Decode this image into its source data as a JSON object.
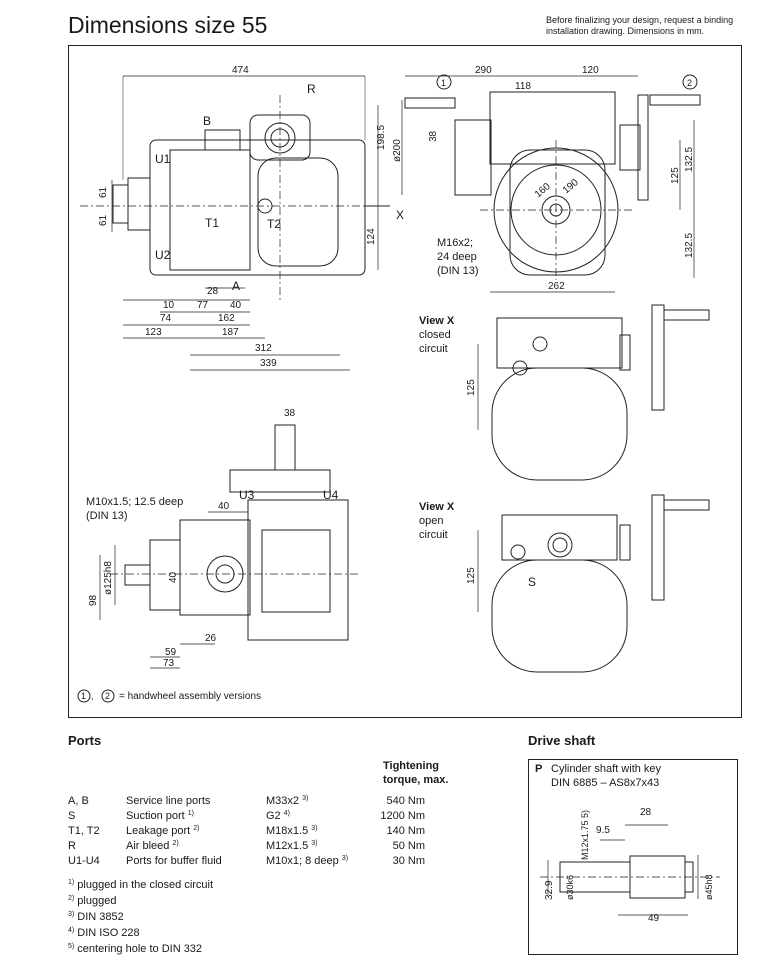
{
  "page": {
    "title": "Dimensions size 55",
    "note": "Before finalizing your design, request a binding installation drawing. Dimensions in mm."
  },
  "drawing": {
    "side_view": {
      "dims": [
        "474",
        "198.5",
        "61",
        "61",
        "124",
        "28",
        "10",
        "77",
        "40",
        "74",
        "162",
        "123",
        "187",
        "312",
        "339"
      ],
      "labels": [
        "R",
        "B",
        "U1",
        "U2",
        "T1",
        "T2",
        "A",
        "X"
      ]
    },
    "front_view": {
      "dims": [
        "290",
        "120",
        "118",
        "38",
        "ø200",
        "125",
        "132.5",
        "132.5",
        "262",
        "160",
        "190"
      ],
      "callouts": [
        "1",
        "2"
      ],
      "thread": [
        "M16x2;",
        "24 deep",
        "(DIN 13)"
      ]
    },
    "view_closed": {
      "title": "View X",
      "line1": "closed",
      "line2": "circuit",
      "dim": "125"
    },
    "view_open": {
      "title": "View X",
      "line1": "open",
      "line2": "circuit",
      "dim": "125",
      "port": "S"
    },
    "bottom_view": {
      "thread": [
        "M10x1.5; 12.5 deep",
        "(DIN 13)"
      ],
      "dims": [
        "38",
        "40",
        "ø125h8",
        "40",
        "98",
        "26",
        "59",
        "73"
      ],
      "labels": [
        "U3",
        "U4"
      ]
    },
    "legend": {
      "n1": "1",
      "n2": "2",
      "text": "= handwheel assembly versions"
    }
  },
  "ports": {
    "title": "Ports",
    "header": [
      "Tightening",
      "torque, max."
    ],
    "rows": [
      {
        "code": "A, B",
        "desc": "Service line ports",
        "desc_sup": "",
        "thread": "M33x2",
        "sup": "3)",
        "torque": "540 Nm"
      },
      {
        "code": "S",
        "desc": "Suction port",
        "desc_sup": "1)",
        "thread": "G2",
        "sup": "4)",
        "torque": "1200 Nm"
      },
      {
        "code": "T1, T2",
        "desc": "Leakage port",
        "desc_sup": "2)",
        "thread": "M18x1.5",
        "sup": "3)",
        "torque": "140 Nm"
      },
      {
        "code": "R",
        "desc": "Air bleed",
        "desc_sup": "2)",
        "thread": "M12x1.5",
        "sup": "3)",
        "torque": "50 Nm"
      },
      {
        "code": "U1-U4",
        "desc": "Ports for buffer fluid",
        "desc_sup": "",
        "thread": "M10x1; 8 deep",
        "sup": "3)",
        "torque": "30 Nm"
      }
    ],
    "footnotes": [
      {
        "n": "1)",
        "text": "plugged in the closed circuit"
      },
      {
        "n": "2)",
        "text": "plugged"
      },
      {
        "n": "3)",
        "text": "DIN 3852"
      },
      {
        "n": "4)",
        "text": "DIN ISO 228"
      },
      {
        "n": "5)",
        "text": "centering hole to DIN 332"
      }
    ]
  },
  "drive_shaft": {
    "title": "Drive shaft",
    "code": "P",
    "line1": "Cylinder shaft with key",
    "line2": "DIN 6885 – AS8x7x43",
    "dims": [
      "28",
      "9.5",
      "M12x1.75 5)",
      "32.9",
      "ø30k6",
      "ø45h8",
      "49"
    ]
  }
}
